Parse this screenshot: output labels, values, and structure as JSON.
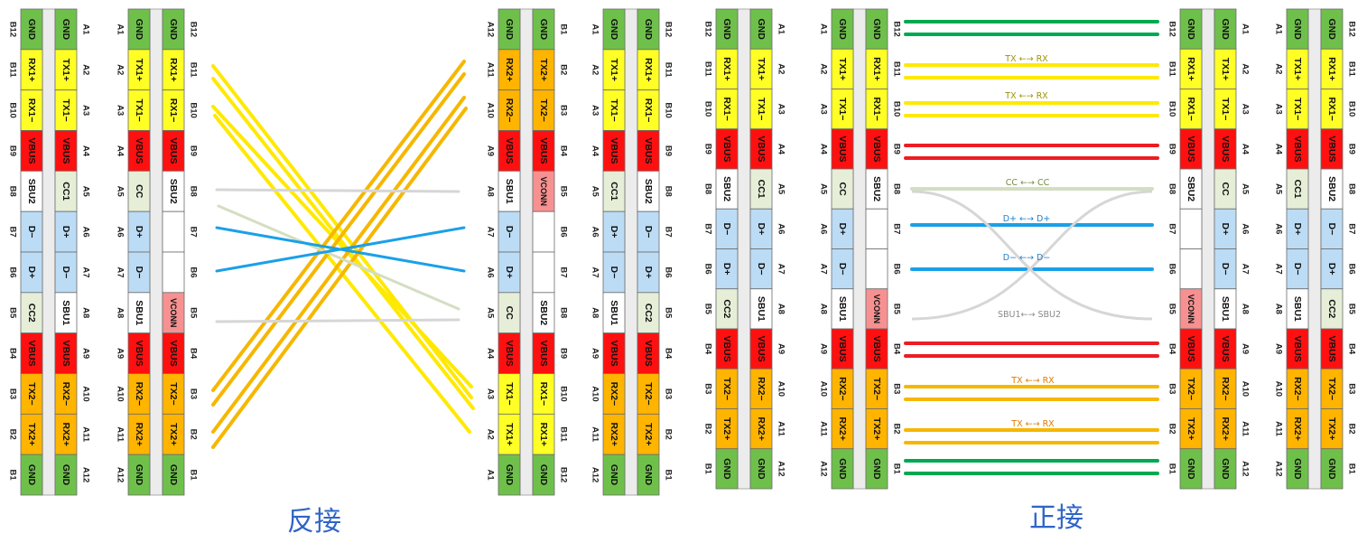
{
  "colors": {
    "GND": "#6fc04b",
    "TX1": "#ffff26",
    "RX1": "#ffff26",
    "VBUS": "#ff1010",
    "CC": "#e6eed7",
    "SBU": "#ffffff",
    "DATA": "#bcdcf5",
    "SS2": "#ffb400",
    "VCONN": "#f79191",
    "EMPTY": "#ffffff",
    "wire_gnd": "#00a94f",
    "wire_ss1": "#ffe900",
    "wire_vbus": "#ed1c24",
    "wire_cc": "#d3dec2",
    "wire_data": "#1aa0e8",
    "wire_sbu": "#d6d6d6",
    "wire_ss2": "#f6b700",
    "ann_ss1": "#9c9400",
    "ann_cc": "#6f8f3d",
    "ann_data": "#1f7fc8",
    "ann_sbu": "#8a8a8a",
    "ann_ss2": "#e07a00"
  },
  "receptacles": [
    {
      "name": "r1",
      "id": "receptacle-1",
      "pins": [
        [
          "GND",
          "GND"
        ],
        [
          "RX1+",
          "TX1+"
        ],
        [
          "RX1−",
          "TX1−"
        ],
        [
          "VBUS",
          "VBUS"
        ],
        [
          "SBU2",
          "CC1"
        ],
        [
          "D−",
          "D+"
        ],
        [
          "D+",
          "D−"
        ],
        [
          "CC2",
          "SBU1"
        ],
        [
          "VBUS",
          "VBUS"
        ],
        [
          "TX2−",
          "RX2−"
        ],
        [
          "TX2+",
          "RX2+"
        ],
        [
          "GND",
          "GND"
        ]
      ],
      "left_nums": [
        "B12",
        "B11",
        "B10",
        "B9",
        "B8",
        "B7",
        "B6",
        "B5",
        "B4",
        "B3",
        "B2",
        "B1"
      ],
      "right_nums": [
        "A1",
        "A2",
        "A3",
        "A4",
        "A5",
        "A6",
        "A7",
        "A8",
        "A9",
        "A10",
        "A11",
        "A12"
      ]
    },
    {
      "name": "r2",
      "id": "receptacle-2",
      "pins": [
        [
          "GND",
          "GND"
        ],
        [
          "TX1+",
          "RX1+"
        ],
        [
          "TX1−",
          "RX1−"
        ],
        [
          "VBUS",
          "VBUS"
        ],
        [
          "CC",
          "SBU2"
        ],
        [
          "D+",
          ""
        ],
        [
          "D−",
          ""
        ],
        [
          "SBU1",
          "VCONN"
        ],
        [
          "VBUS",
          "VBUS"
        ],
        [
          "RX2−",
          "TX2−"
        ],
        [
          "RX2+",
          "TX2+"
        ],
        [
          "GND",
          "GND"
        ]
      ],
      "left_nums": [
        "A1",
        "A2",
        "A3",
        "A4",
        "A5",
        "A6",
        "A7",
        "A8",
        "A9",
        "A10",
        "A11",
        "A12"
      ],
      "right_nums": [
        "B12",
        "B11",
        "B10",
        "B9",
        "B8",
        "B7",
        "B6",
        "B5",
        "B4",
        "B3",
        "B2",
        "B1"
      ]
    },
    {
      "name": "r3",
      "id": "receptacle-3",
      "pins": [
        [
          "GND",
          "GND"
        ],
        [
          "RX2+",
          "TX2+"
        ],
        [
          "RX2−",
          "TX2−"
        ],
        [
          "VBUS",
          "VBUS"
        ],
        [
          "SBU1",
          "VCONN"
        ],
        [
          "D−",
          ""
        ],
        [
          "D+",
          ""
        ],
        [
          "CC",
          "SBU2"
        ],
        [
          "VBUS",
          "VBUS"
        ],
        [
          "TX1−",
          "RX1−"
        ],
        [
          "TX1+",
          "RX1+"
        ],
        [
          "GND",
          "GND"
        ]
      ],
      "left_nums": [
        "A12",
        "A11",
        "A10",
        "A9",
        "A8",
        "A7",
        "A6",
        "A5",
        "A4",
        "A3",
        "A2",
        "A1"
      ],
      "right_nums": [
        "B1",
        "B2",
        "B3",
        "B4",
        "B5",
        "B6",
        "B7",
        "B8",
        "B9",
        "B10",
        "B11",
        "B12"
      ]
    },
    {
      "name": "r4",
      "id": "receptacle-4",
      "pins": [
        [
          "GND",
          "GND"
        ],
        [
          "TX1+",
          "RX1+"
        ],
        [
          "TX1−",
          "RX1−"
        ],
        [
          "VBUS",
          "VBUS"
        ],
        [
          "CC1",
          "SBU2"
        ],
        [
          "D+",
          "D−"
        ],
        [
          "D−",
          "D+"
        ],
        [
          "SBU1",
          "CC2"
        ],
        [
          "VBUS",
          "VBUS"
        ],
        [
          "RX2−",
          "TX2−"
        ],
        [
          "RX2+",
          "TX2+"
        ],
        [
          "GND",
          "GND"
        ]
      ],
      "left_nums": [
        "A1",
        "A2",
        "A3",
        "A4",
        "A5",
        "A6",
        "A7",
        "A8",
        "A9",
        "A10",
        "A11",
        "A12"
      ],
      "right_nums": [
        "B12",
        "B11",
        "B10",
        "B9",
        "B8",
        "B7",
        "B6",
        "B5",
        "B4",
        "B3",
        "B2",
        "B1"
      ]
    },
    {
      "name": "r5",
      "id": "receptacle-5",
      "pins": [
        [
          "GND",
          "GND"
        ],
        [
          "RX1+",
          "TX1+"
        ],
        [
          "RX1−",
          "TX1−"
        ],
        [
          "VBUS",
          "VBUS"
        ],
        [
          "SBU2",
          "CC1"
        ],
        [
          "D−",
          "D+"
        ],
        [
          "D+",
          "D−"
        ],
        [
          "CC2",
          "SBU1"
        ],
        [
          "VBUS",
          "VBUS"
        ],
        [
          "TX2−",
          "RX2−"
        ],
        [
          "TX2+",
          "RX2+"
        ],
        [
          "GND",
          "GND"
        ]
      ],
      "left_nums": [
        "B12",
        "B11",
        "B10",
        "B9",
        "B8",
        "B7",
        "B6",
        "B5",
        "B4",
        "B3",
        "B2",
        "B1"
      ],
      "right_nums": [
        "A1",
        "A2",
        "A3",
        "A4",
        "A5",
        "A6",
        "A7",
        "A8",
        "A9",
        "A10",
        "A11",
        "A12"
      ]
    },
    {
      "name": "r6",
      "id": "receptacle-6",
      "pins": [
        [
          "GND",
          "GND"
        ],
        [
          "TX1+",
          "RX1+"
        ],
        [
          "TX1−",
          "RX1−"
        ],
        [
          "VBUS",
          "VBUS"
        ],
        [
          "CC",
          "SBU2"
        ],
        [
          "D+",
          ""
        ],
        [
          "D−",
          ""
        ],
        [
          "SBU1",
          "VCONN"
        ],
        [
          "VBUS",
          "VBUS"
        ],
        [
          "RX2−",
          "TX2−"
        ],
        [
          "RX2+",
          "TX2+"
        ],
        [
          "GND",
          "GND"
        ]
      ],
      "left_nums": [
        "A1",
        "A2",
        "A3",
        "A4",
        "A5",
        "A6",
        "A7",
        "A8",
        "A9",
        "A10",
        "A11",
        "A12"
      ],
      "right_nums": [
        "B12",
        "B11",
        "B10",
        "B9",
        "B8",
        "B7",
        "B6",
        "B5",
        "B4",
        "B3",
        "B2",
        "B1"
      ]
    },
    {
      "name": "r7",
      "id": "receptacle-7",
      "pins": [
        [
          "GND",
          "GND"
        ],
        [
          "RX1+",
          "TX1+"
        ],
        [
          "RX1−",
          "TX1−"
        ],
        [
          "VBUS",
          "VBUS"
        ],
        [
          "SBU2",
          "CC"
        ],
        [
          "",
          "D+"
        ],
        [
          "",
          "D−"
        ],
        [
          "VCONN",
          "SBU1"
        ],
        [
          "VBUS",
          "VBUS"
        ],
        [
          "TX2−",
          "RX2−"
        ],
        [
          "TX2+",
          "RX2+"
        ],
        [
          "GND",
          "GND"
        ]
      ],
      "left_nums": [
        "B12",
        "B11",
        "B10",
        "B9",
        "B8",
        "B7",
        "B6",
        "B5",
        "B4",
        "B3",
        "B2",
        "B1"
      ],
      "right_nums": [
        "A1",
        "A2",
        "A3",
        "A4",
        "A5",
        "A6",
        "A7",
        "A8",
        "A9",
        "A10",
        "A11",
        "A12"
      ]
    },
    {
      "name": "r8",
      "id": "receptacle-8",
      "pins": [
        [
          "GND",
          "GND"
        ],
        [
          "TX1+",
          "RX1+"
        ],
        [
          "TX1−",
          "RX1−"
        ],
        [
          "VBUS",
          "VBUS"
        ],
        [
          "CC1",
          "SBU2"
        ],
        [
          "D+",
          "D−"
        ],
        [
          "D−",
          "D+"
        ],
        [
          "SBU1",
          "CC2"
        ],
        [
          "VBUS",
          "VBUS"
        ],
        [
          "RX2−",
          "TX2−"
        ],
        [
          "RX2+",
          "TX2+"
        ],
        [
          "GND",
          "GND"
        ]
      ],
      "left_nums": [
        "A1",
        "A2",
        "A3",
        "A4",
        "A5",
        "A6",
        "A7",
        "A8",
        "A9",
        "A10",
        "A11",
        "A12"
      ],
      "right_nums": [
        "B12",
        "B11",
        "B10",
        "B9",
        "B8",
        "B7",
        "B6",
        "B5",
        "B4",
        "B3",
        "B2",
        "B1"
      ]
    }
  ],
  "annotations": {
    "ss1_top": "TX ←→ RX",
    "ss1_bottom": "TX ←→ RX",
    "cc": "CC ←→ CC",
    "dplus": "D+ ←→ D+",
    "dminus": "D− ←→ D−",
    "sbu": "SBU1←→ SBU2",
    "ss2_top": "TX ←→ RX",
    "ss2_bottom": "TX ←→ RX"
  },
  "captions": {
    "flipped": "反接",
    "normal": "正接"
  }
}
